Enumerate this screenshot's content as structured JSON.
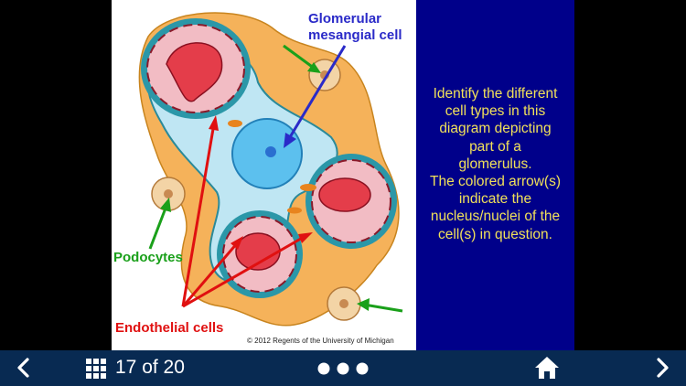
{
  "figure": {
    "label_mesangial": "Glomerular\nmesangial cell",
    "label_podocytes": "Podocytes",
    "label_endothelial": "Endothelial cells",
    "copyright": "© 2012 Regents of the University of Michigan"
  },
  "panel": {
    "lines": [
      "Identify the different",
      "cell types in this",
      "diagram depicting",
      "part of a",
      "glomerulus.",
      "The colored arrow(s)",
      "indicate the",
      "nucleus/nuclei of the",
      "cell(s) in question."
    ]
  },
  "nav": {
    "counter": "17 of 20",
    "back_icon": "chevron-left-icon",
    "grid_icon": "grid-icon",
    "more_icon": "more-dots-icon",
    "home_icon": "home-icon",
    "forward_icon": "chevron-right-icon"
  },
  "colors": {
    "panel_bg": "#00008a",
    "panel_text": "#f0e05a",
    "navbar_bg": "#082a52",
    "mesangial_label": "#2a2ac8",
    "podocytes_label": "#1aa01a",
    "endothelial_label": "#e01010"
  }
}
